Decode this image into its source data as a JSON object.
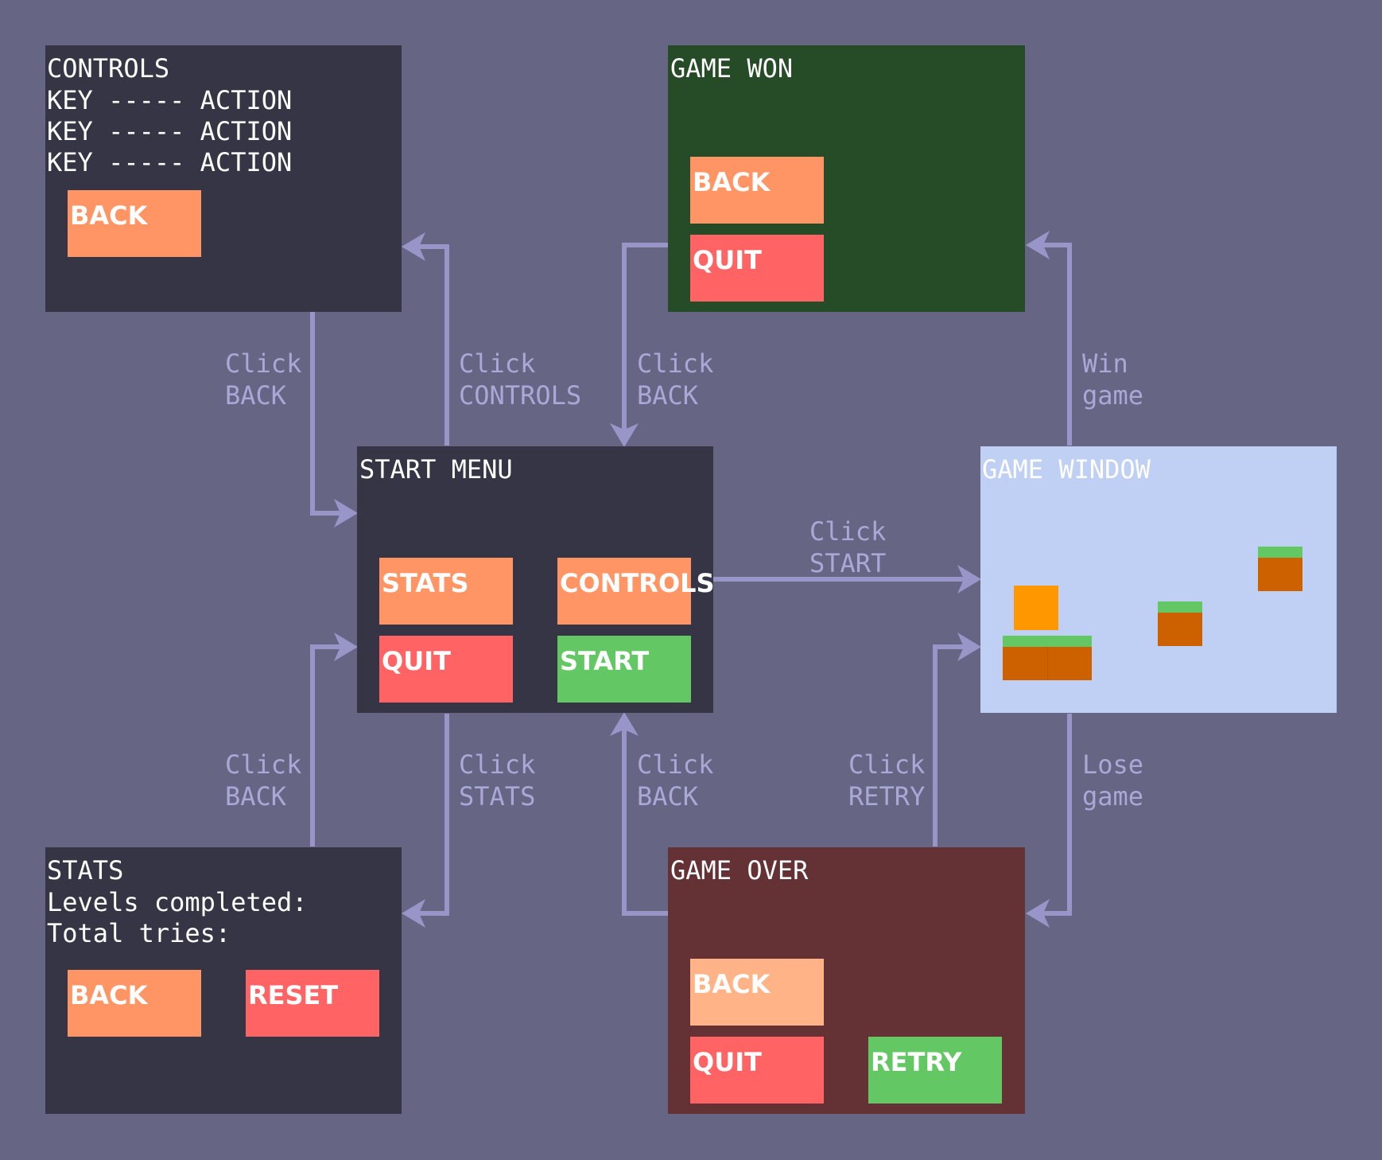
{
  "colors": {
    "background": "#666684",
    "panel_dark": "#363545",
    "game_won_panel": "#264b27",
    "game_over_panel": "#643234",
    "game_window_panel": "#bfd0f4",
    "arrow": "#9896c9",
    "button_orange": "#ff9565",
    "button_red": "#ff6363",
    "button_green": "#63c864",
    "button_peach": "#ffb386",
    "player_block": "#fe9700",
    "dirt_block": "#cd6100",
    "grass_top": "#63c864"
  },
  "controls": {
    "title": "CONTROLS",
    "lines": [
      "KEY ----- ACTION",
      "KEY ----- ACTION",
      "KEY ----- ACTION"
    ],
    "back_label": "BACK"
  },
  "game_won": {
    "title": "GAME WON",
    "back_label": "BACK",
    "quit_label": "QUIT"
  },
  "start_menu": {
    "title": "START MENU",
    "stats_label": "STATS",
    "controls_label": "CONTROLS",
    "quit_label": "QUIT",
    "start_label": "START"
  },
  "game_window": {
    "title": "GAME WINDOW",
    "icons": [
      "player-block-icon",
      "ground-block-icon",
      "platform-block-icon"
    ]
  },
  "stats": {
    "title": "STATS",
    "lines": [
      "Levels completed:",
      "Total tries:"
    ],
    "back_label": "BACK",
    "reset_label": "RESET"
  },
  "game_over": {
    "title": "GAME OVER",
    "back_label": "BACK",
    "quit_label": "QUIT",
    "retry_label": "RETRY"
  },
  "transitions": {
    "controls_to_start": [
      "Click",
      "BACK"
    ],
    "start_to_controls": [
      "Click",
      "CONTROLS"
    ],
    "won_to_start": [
      "Click",
      "BACK"
    ],
    "game_to_won": [
      "Win",
      "game"
    ],
    "start_to_game": [
      "Click",
      "START"
    ],
    "stats_to_start": [
      "Click",
      "BACK"
    ],
    "start_to_stats": [
      "Click",
      "STATS"
    ],
    "over_to_start": [
      "Click",
      "BACK"
    ],
    "over_to_game": [
      "Click",
      "RETRY"
    ],
    "game_to_over": [
      "Lose",
      "game"
    ]
  }
}
